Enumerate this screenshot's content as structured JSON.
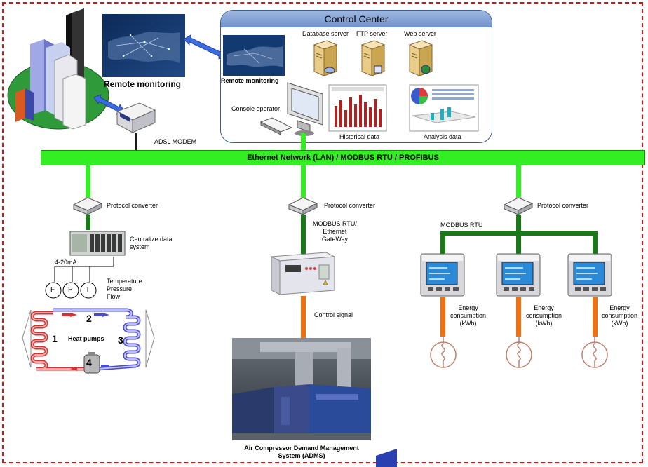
{
  "control_center": {
    "title": "Control Center",
    "database_server": "Database server",
    "ftp_server": "FTP server",
    "web_server": "Web server",
    "remote_monitoring": "Remote monitoring",
    "console_operator": "Console operator",
    "historical_data": "Historical data",
    "analysis_data": "Analysis data"
  },
  "remote": {
    "remote_monitoring": "Remote monitoring",
    "adsl_modem": "ADSL MODEM"
  },
  "network": {
    "lan_label": "Ethernet Network (LAN) / MODBUS RTU / PROFIBUS"
  },
  "left_branch": {
    "protocol_converter": "Protocol converter",
    "centralize_data_system": "Centralize data\nsystem",
    "signal_4_20ma": "4-20mA",
    "sensor_f": "F",
    "sensor_p": "P",
    "sensor_t": "T",
    "sensors_label": "Temperature\nPressure\nFlow",
    "heat_pumps": "Heat pumps",
    "hp_1": "1",
    "hp_2": "2",
    "hp_3": "3",
    "hp_4": "4"
  },
  "middle_branch": {
    "protocol_converter": "Protocol converter",
    "gateway": "MODBUS RTU/\nEthernet\nGateWay",
    "control_signal": "Control signal",
    "adms": "Air Compressor Demand Management\nSystem (ADMS)"
  },
  "right_branch": {
    "protocol_converter": "Protocol converter",
    "modbus_rtu": "MODBUS RTU",
    "energy_1": "Energy\nconsumption\n(kWh)",
    "energy_2": "Energy\nconsumption\n(kWh)",
    "energy_3": "Energy\nconsumption\n(kWh)"
  },
  "colors": {
    "lan": "#33ee22",
    "dark_green": "#1a7a1a",
    "orange": "#f07010",
    "frame": "#e01010",
    "cc_header": "#7f9fd4"
  },
  "icons": [
    "buildings-icon",
    "map-icon",
    "double-arrow-icon",
    "modem-icon",
    "server-icon",
    "computer-icon",
    "chart-icon",
    "converter-icon",
    "plc-icon",
    "sensor-icon",
    "heat-pump-icon",
    "controller-panel-icon",
    "meter-icon",
    "lamp-icon"
  ]
}
